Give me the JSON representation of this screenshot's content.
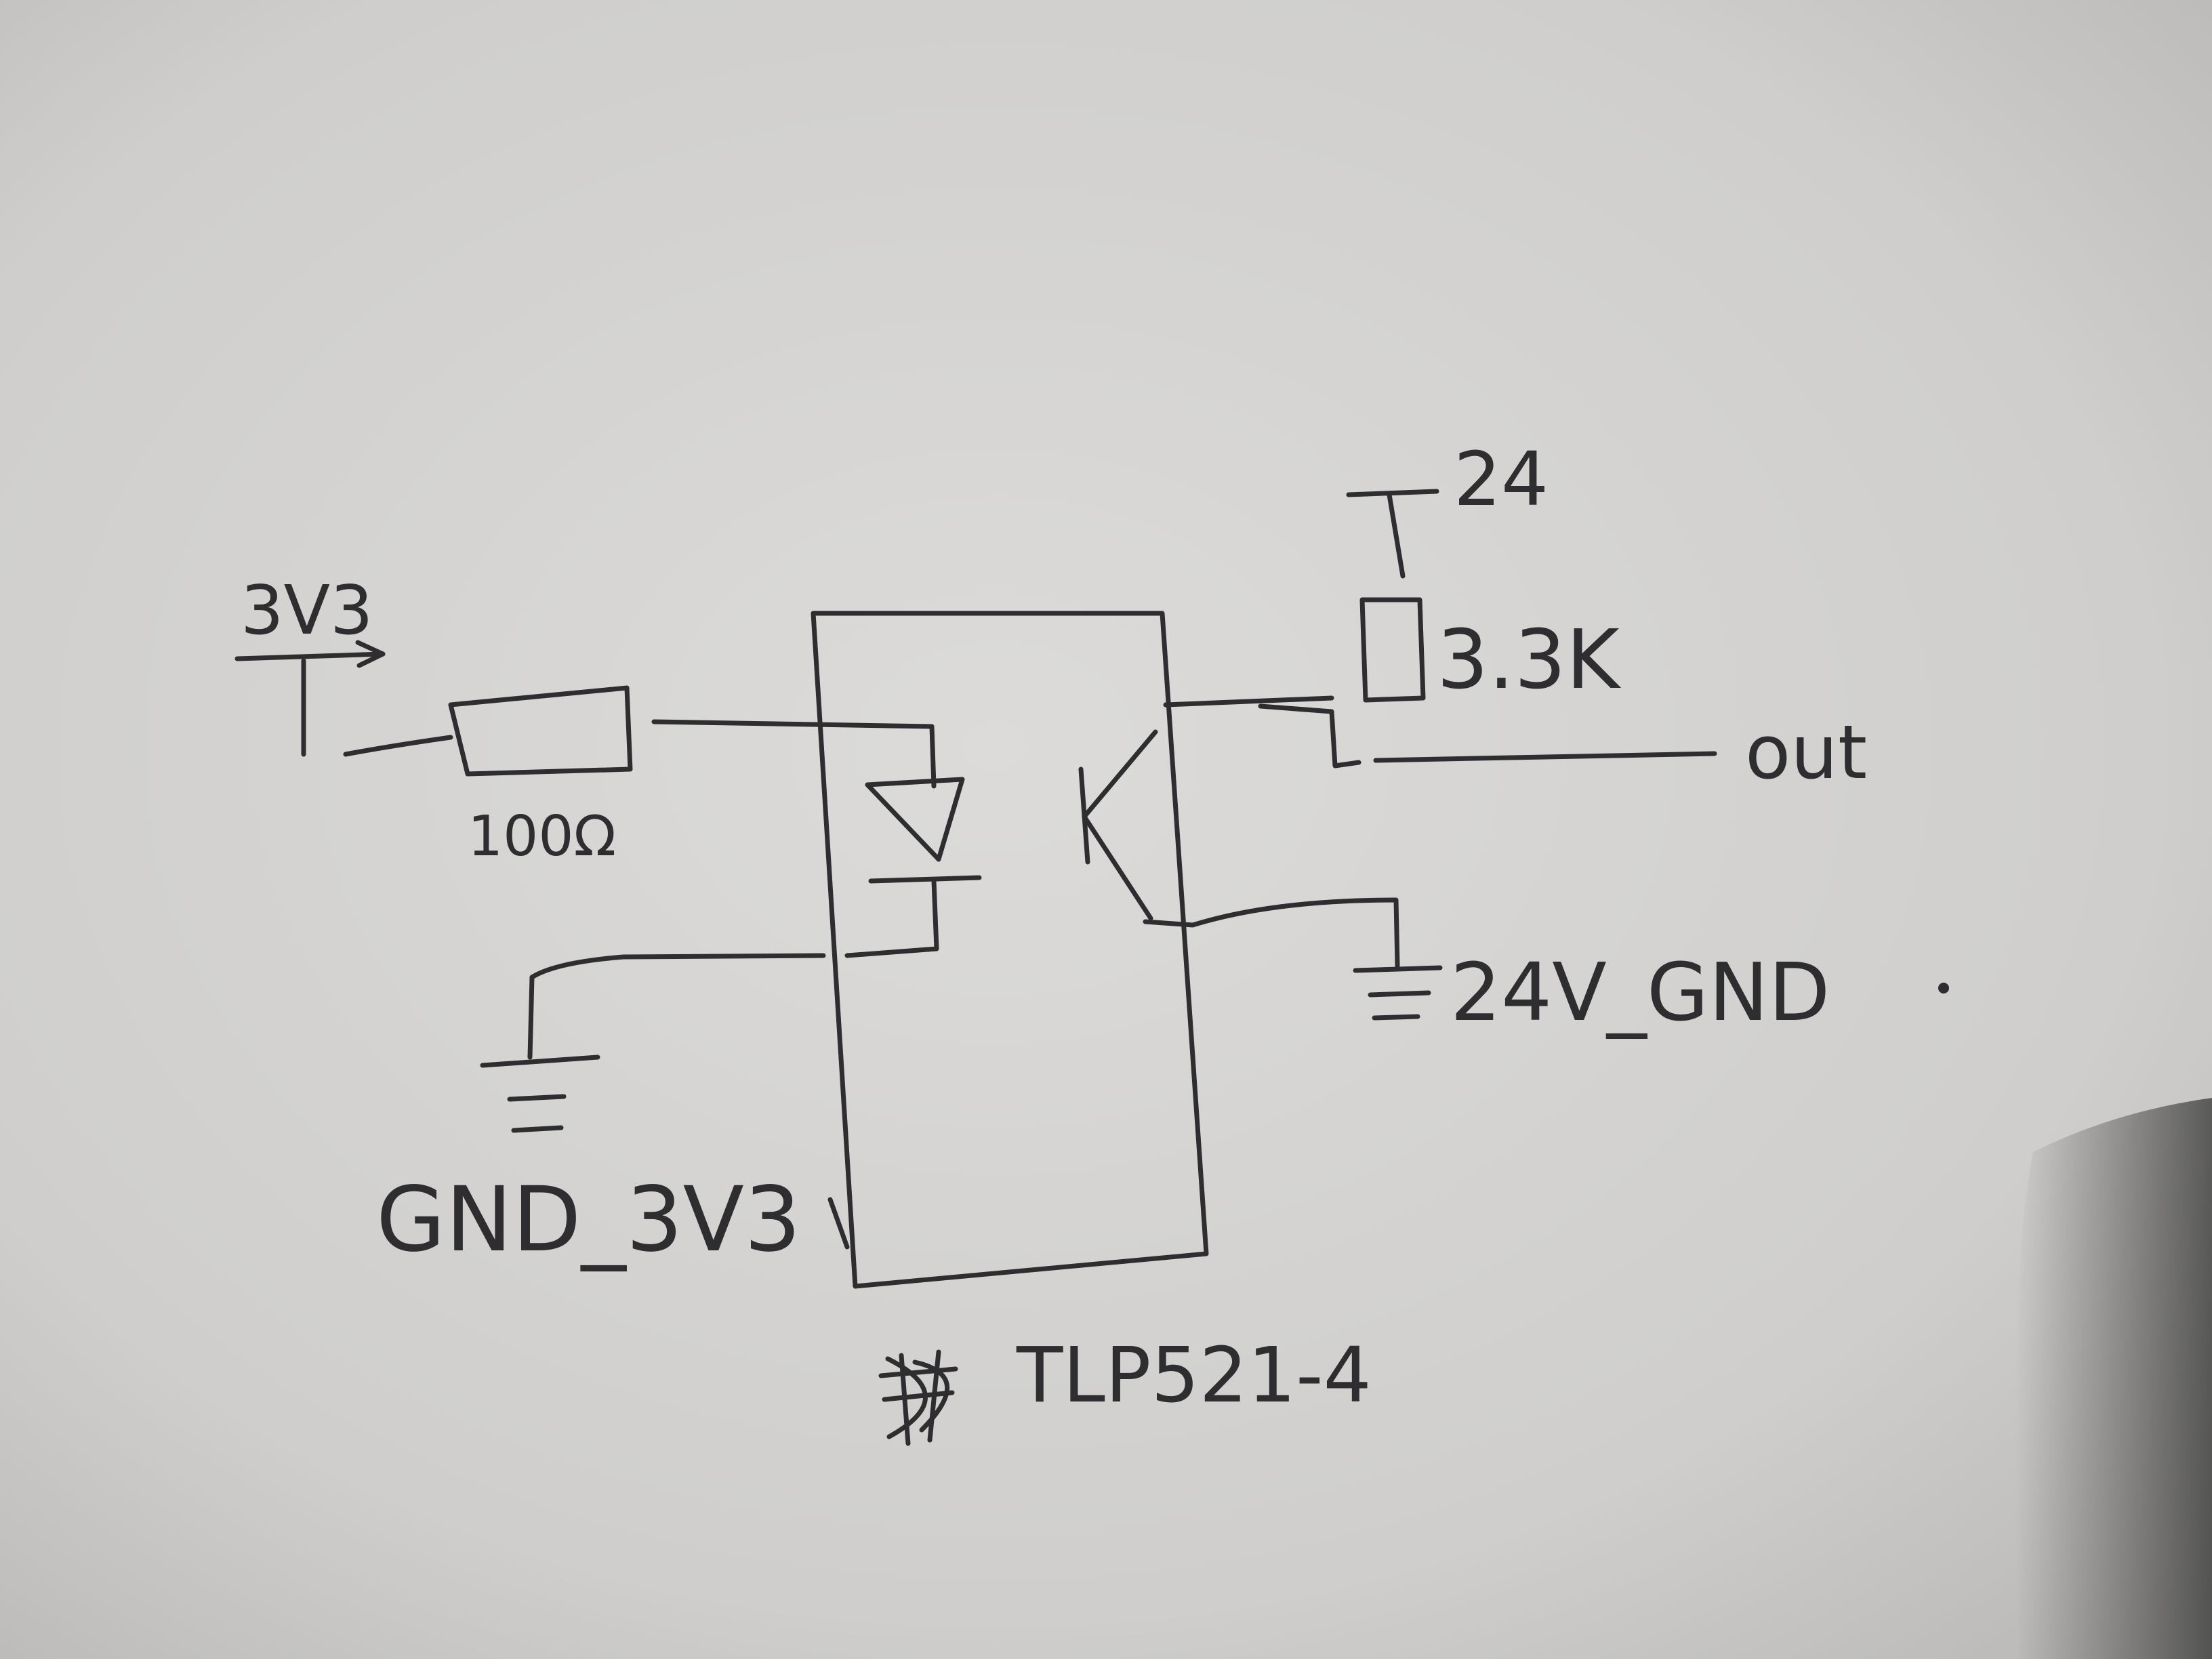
{
  "schematic": {
    "supply_3v3_label": "3V3",
    "resistor_input_label": "100Ω",
    "ground_3v3_label": "GND_3V3",
    "supply_24_label": "24",
    "resistor_pullup_label": "3.3K",
    "output_label": "out",
    "ground_24v_label": "24V_GND",
    "part_label": "TLP521-4"
  },
  "colors": {
    "paper": "#d2d1cf",
    "ink": "#2e2e30"
  }
}
